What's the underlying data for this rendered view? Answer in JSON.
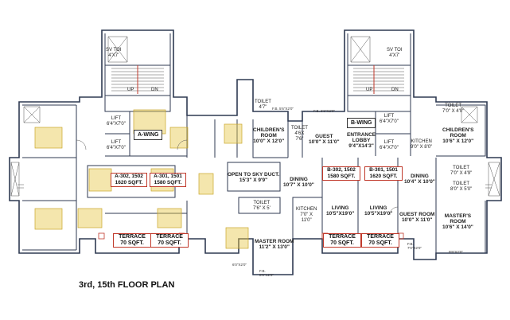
{
  "title": "3rd, 15th FLOOR PLAN",
  "wings": {
    "a": "A-WING",
    "b": "B-WING"
  },
  "flats": [
    {
      "id": "A-302, 1502",
      "area": "1620 SQFT."
    },
    {
      "id": "A-301, 1501",
      "area": "1580 SQFT."
    },
    {
      "id": "B-302, 1502",
      "area": "1580 SQFT."
    },
    {
      "id": "B-301, 1501",
      "area": "1620 SQFT."
    }
  ],
  "terraces": [
    {
      "name": "TERRACE",
      "area": "70 SQFT."
    },
    {
      "name": "TERRACE",
      "area": "70 SQFT."
    },
    {
      "name": "TERRACE",
      "area": "70 SQFT."
    },
    {
      "name": "TERRACE",
      "area": "70 SQFT."
    }
  ],
  "rooms": {
    "sv_toi_a": [
      "SV TOI",
      "4'X7'"
    ],
    "sv_toi_b": [
      "SV TOI",
      "4'X7'"
    ],
    "up_a": "UP",
    "dn_a": "DN",
    "up_b": "UP",
    "dn_b": "DN",
    "lift_a1": [
      "LIFT",
      "6'4\"X7'0\""
    ],
    "lift_a2": [
      "LIFT",
      "6'4\"X7'0\""
    ],
    "lift_b1": [
      "LIFT",
      "6'4\"X7'0\""
    ],
    "lift_b2": [
      "LIFT",
      "6'4\"X7'0\""
    ],
    "toilet_top": [
      "TOILET",
      "4'7\""
    ],
    "fb1": [
      "F.B.",
      "5'6\"X2'0\""
    ],
    "fb2": [
      "F.B.",
      "6'6\"X2'0\""
    ],
    "childrens_a": [
      "CHILDREN'S",
      "ROOM",
      "10'0\" X 12'0\""
    ],
    "toilet_a": [
      "TOILET",
      "4'6X",
      "7'6\""
    ],
    "guest_a": [
      "GUEST",
      "10'0\" X 11'0\""
    ],
    "lobby": [
      "ENTRANCE",
      "LOBBY",
      "9'4\"X14'3\""
    ],
    "kitchen_b": [
      "KITCHEN",
      "9'0\" X 8'0\""
    ],
    "childrens_b": [
      "CHILDREN'S",
      "ROOM",
      "10'6\" X 12'0\""
    ],
    "toilet_b1": [
      "TOILET",
      "7'0\" X 4'0\""
    ],
    "toilet_b2": [
      "TOILET",
      "7'0\" X 4'9\""
    ],
    "toilet_b3": [
      "TOILET",
      "8'0\" X 5'0\""
    ],
    "duct": [
      "OPEN TO SKY DUCT.",
      "15'3\" X 9'9\""
    ],
    "dining_a": [
      "DINING",
      "10'7\" X 10'0\""
    ],
    "dining_b": [
      "DINING",
      "10'4\" X 10'0\""
    ],
    "toilet_c": [
      "TOILET",
      "7'6\" X 5'"
    ],
    "kitchen_a": [
      "KITCHEN",
      "7'0\" X",
      "11'0\""
    ],
    "living_a": [
      "LIVING",
      "10'5\"X19'0\""
    ],
    "living_b": [
      "LIVING",
      "10'5\"X19'0\""
    ],
    "guest_b": [
      "GUEST ROOM",
      "10'0\" X 11'0\""
    ],
    "masters_b": [
      "MASTER'S",
      "ROOM",
      "10'6\" X 14'0\""
    ],
    "master_a": [
      "MASTER ROOM",
      "11'2\" X 13'0\""
    ],
    "fb3": [
      "F.B.",
      "7'0\"X2'0\""
    ],
    "fb4": [
      "F.B.",
      "9'9\"X2'0\""
    ],
    "fb5": [
      "F.B.",
      "6'0\"X2'0\""
    ],
    "fb6": [
      "F.B.",
      "8'9\"X2'0\""
    ]
  },
  "colors": {
    "wall": "#2f3a52",
    "accent": "#c0392b",
    "furniture": "#e6c84a",
    "line": "#555555"
  }
}
